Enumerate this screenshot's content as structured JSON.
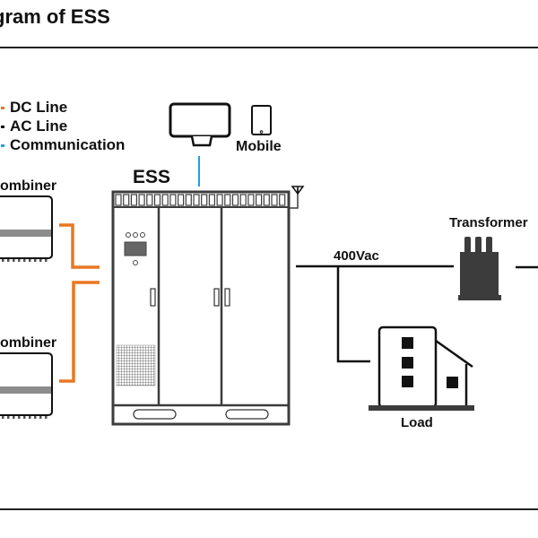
{
  "title": "gram of ESS",
  "legend": [
    {
      "label": "DC Line",
      "color": "#E87722"
    },
    {
      "label": "AC Line",
      "color": "#111111"
    },
    {
      "label": "Communication",
      "color": "#1BA1E2"
    }
  ],
  "labels": {
    "pc": "PC",
    "mobile": "Mobile",
    "ess": "ESS",
    "combiner_top": "ombiner",
    "combiner_bottom": "ombiner",
    "voltage": "400Vac",
    "transformer": "Transformer",
    "load": "Load"
  },
  "colors": {
    "dc_line": "#E87722",
    "ac_line": "#111111",
    "communication": "#1BA1E2",
    "equipment_dark": "#3C3C3C",
    "combiner_band": "#8C8C8C"
  }
}
